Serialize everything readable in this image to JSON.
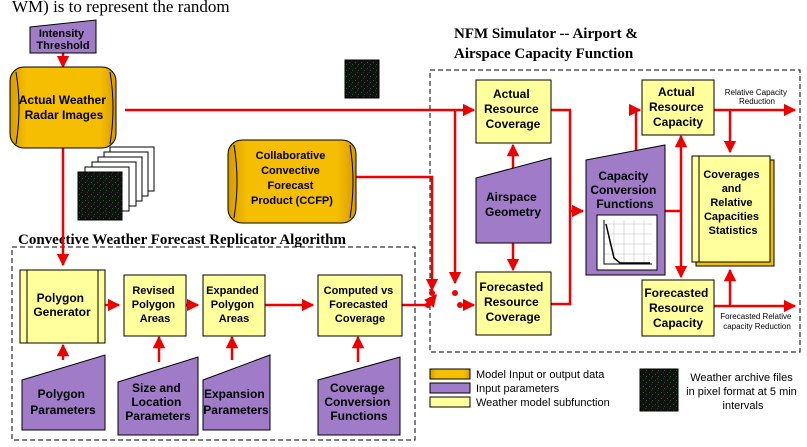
{
  "header": {
    "top_text_fragment": "WM) is to represent the random",
    "nfm_title_line1": "NFM Simulator -- Airport &",
    "nfm_title_line2": "Airspace Capacity Function",
    "cwfr_title": "Convective Weather Forecast Replicator Algorithm"
  },
  "inputs": {
    "intensity_threshold": [
      "Intensity",
      "Threshold"
    ],
    "actual_weather": [
      "Actual Weather",
      "Radar Images"
    ],
    "ccfp": [
      "Collaborative",
      "Convective",
      "Forecast",
      "Product (CCFP)"
    ]
  },
  "cwfr": {
    "polygon_generator": [
      "Polygon",
      "Generator"
    ],
    "revised_polygon": [
      "Revised",
      "Polygon",
      "Areas"
    ],
    "expanded_polygon": [
      "Expanded",
      "Polygon",
      "Areas"
    ],
    "computed_vs_forecast": [
      "Computed vs",
      "Forecasted",
      "Coverage"
    ],
    "polygon_parameters": [
      "Polygon",
      "Parameters"
    ],
    "size_location": [
      "Size and",
      "Location",
      "Parameters"
    ],
    "expansion_parameters": [
      "Expansion",
      "Parameters"
    ],
    "coverage_conversion": [
      "Coverage",
      "Conversion",
      "Functions"
    ]
  },
  "nfm": {
    "actual_resource_coverage": [
      "Actual",
      "Resource",
      "Coverage"
    ],
    "airspace_geometry": [
      "Airspace",
      "Geometry"
    ],
    "forecasted_resource_coverage": [
      "Forecasted",
      "Resource",
      "Coverage"
    ],
    "capacity_conversion": [
      "Capacity",
      "Conversion",
      "Functions"
    ],
    "actual_resource_capacity": [
      "Actual",
      "Resource",
      "Capacity"
    ],
    "forecasted_resource_capacity": [
      "Forecasted",
      "Resource",
      "Capacity"
    ],
    "statistics": [
      "Coverages",
      "and",
      "Relative",
      "Capacities",
      "Statistics"
    ],
    "relative_capacity_reduction": [
      "Relative Capacity",
      "Reduction"
    ],
    "forecasted_relative_reduction": [
      "Forecasted Relative",
      "capacity Reduction"
    ]
  },
  "legend": {
    "model_io": "Model Input or output data",
    "input_params": "Input parameters",
    "subfunction": "Weather model subfunction",
    "archive": [
      "Weather archive files",
      "in pixel format at 5 min",
      "intervals"
    ]
  },
  "colors": {
    "orange": "#f5be00",
    "orange_dark": "#d89a00",
    "purple": "#a07cc8",
    "yellow": "#ffff9c",
    "arrow": "#ee0000",
    "border": "#000000"
  }
}
